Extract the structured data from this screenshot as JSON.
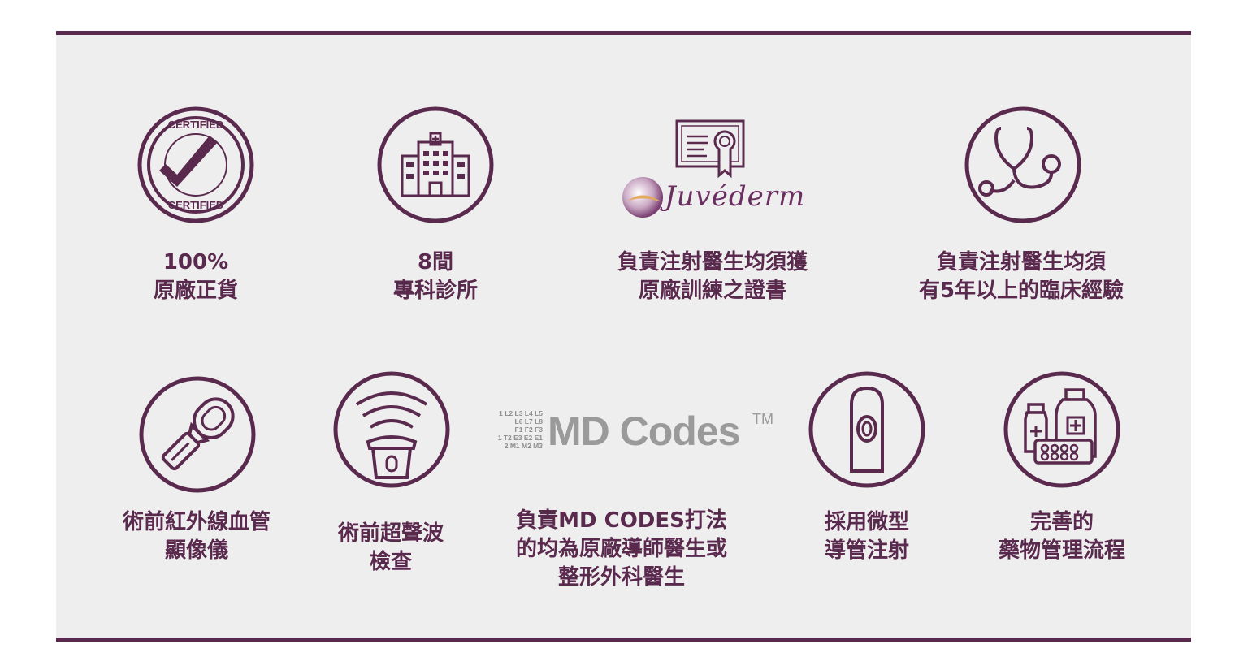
{
  "colors": {
    "accent": "#5a2a4e",
    "panel": "#efeeee",
    "grey_logo": "#9a9a9a"
  },
  "features": [
    {
      "icon": "certified-badge-icon",
      "badge_top": "CERTIFIED",
      "badge_bottom": "CERTIFIED",
      "lines": [
        "100%",
        "原廠正貨"
      ]
    },
    {
      "icon": "hospital-building-icon",
      "lines": [
        "8間",
        "專科診所"
      ]
    },
    {
      "icon": "certificate-ribbon-icon",
      "logo": "Juvéderm",
      "lines": [
        "負責注射醫生均須獲",
        "原廠訓練之證書"
      ]
    },
    {
      "icon": "stethoscope-icon",
      "lines": [
        "負責注射醫生均須",
        "有5年以上的臨床經驗"
      ]
    },
    {
      "icon": "vein-viewer-icon",
      "lines": [
        "術前紅外線血管",
        "顯像儀"
      ]
    },
    {
      "icon": "ultrasound-probe-icon",
      "lines": [
        "術前超聲波",
        "檢查"
      ]
    },
    {
      "icon": "md-codes-logo-icon",
      "logo": "MD Codes",
      "logo_tm": "TM",
      "code_rows": [
        "1 L2 L3 L4 L5",
        "L6 L7 L8",
        "F1 F2 F3",
        "1 T2 E3 E2 E1",
        "2 M1 M2 M3"
      ],
      "lines": [
        "負責MD CODES打法",
        "的均為原廠導師醫生或",
        "整形外科醫生"
      ]
    },
    {
      "icon": "micro-cannula-icon",
      "lines": [
        "採用微型",
        "導管注射"
      ]
    },
    {
      "icon": "medicine-bottles-icon",
      "lines": [
        "完善的",
        "藥物管理流程"
      ]
    }
  ]
}
